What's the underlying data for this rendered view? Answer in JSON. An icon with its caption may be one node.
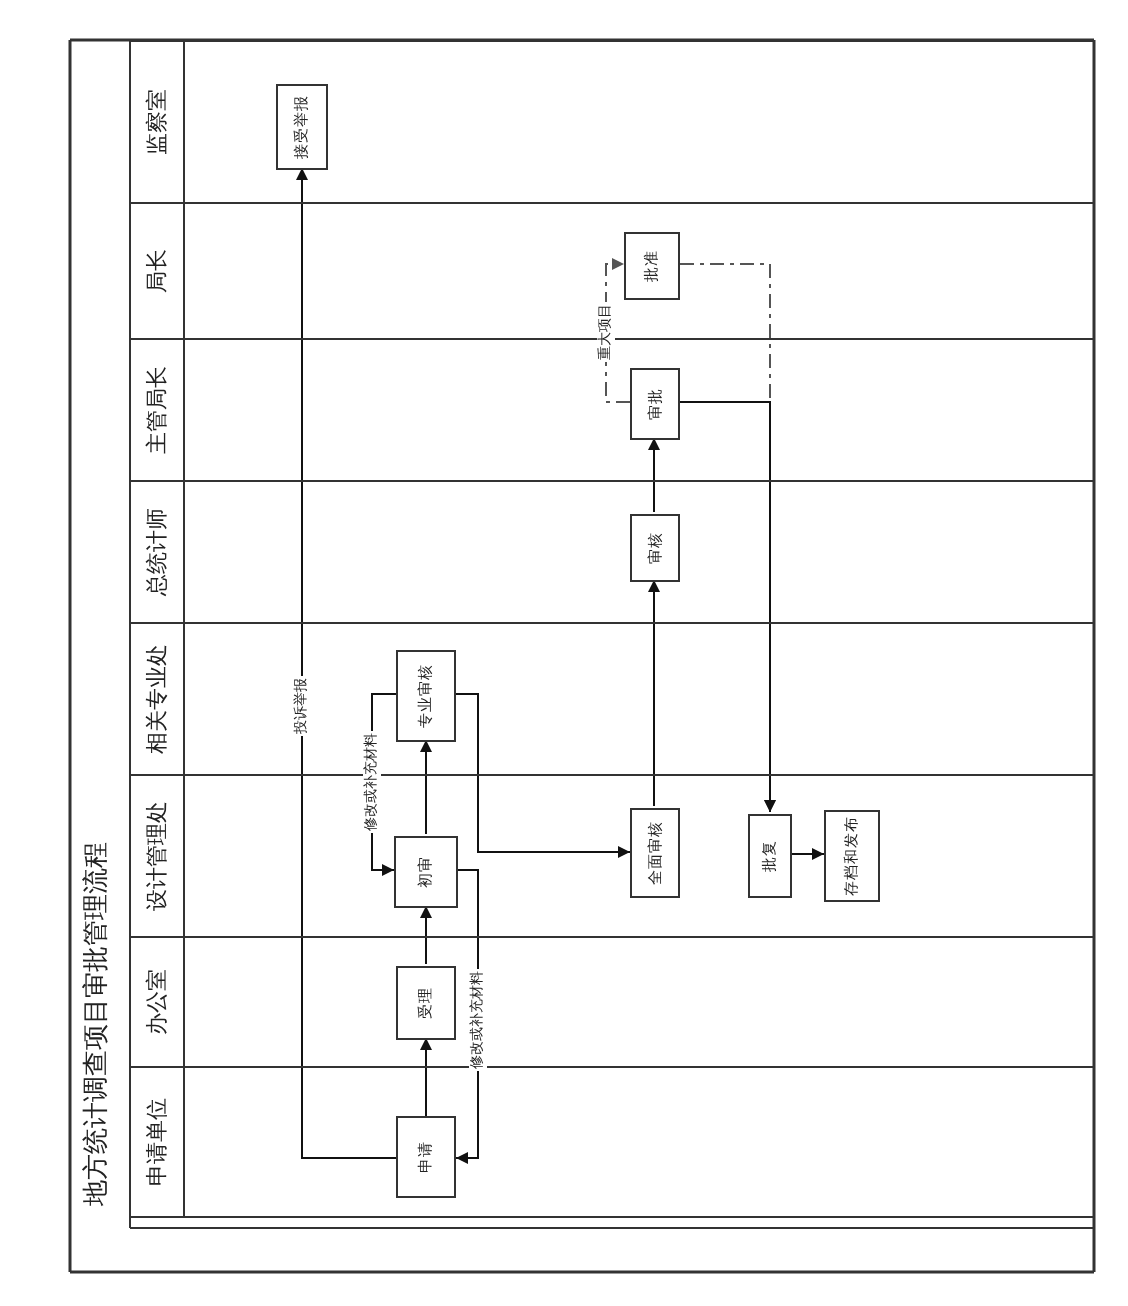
{
  "diagram": {
    "title": "地方统计调查项目审批管理流程",
    "nodes": [
      {
        "text": [
          "申请单位"
        ]
      },
      {
        "text": [
          "办公室"
        ]
      },
      {
        "text": [
          "设计管理处"
        ]
      },
      {
        "text": [
          "相关专业处"
        ]
      },
      {
        "text": [
          "总统计师"
        ]
      },
      {
        "text": [
          "主管局长"
        ]
      },
      {
        "text": [
          "局长"
        ]
      },
      {
        "text": [
          "监察室"
        ]
      },
      {
        "text": [
          "申请"
        ],
        "in": 0
      },
      {
        "text": [
          "受理"
        ],
        "in": 1
      },
      {
        "text": [
          "初审"
        ],
        "in": 2
      },
      {
        "text": [
          "专业审核"
        ],
        "in": 3
      },
      {
        "text": [
          "全面审核"
        ],
        "in": 2
      },
      {
        "text": [
          "审核"
        ],
        "in": 4
      },
      {
        "text": [
          "审批"
        ],
        "in": 5
      },
      {
        "text": [
          "批准"
        ],
        "in": 6
      },
      {
        "text": [
          "批复"
        ],
        "in": 2
      },
      {
        "text": [
          "存档和发布"
        ],
        "in": 2
      },
      {
        "text": [
          "接受举报"
        ],
        "in": 7
      }
    ],
    "edges": [
      {
        "from": 8,
        "to": 9,
        "arrow": "to"
      },
      {
        "from": 9,
        "to": 10,
        "arrow": "to"
      },
      {
        "from": 10,
        "to": 11,
        "arrow": "to"
      },
      {
        "from": 11,
        "to": 10,
        "arrow": "to",
        "label": "修改或补充材料"
      },
      {
        "from": 10,
        "to": 8,
        "arrow": "to",
        "label": "修改或补充材料"
      },
      {
        "from": 11,
        "to": 12,
        "arrow": "to"
      },
      {
        "from": 12,
        "to": 13,
        "arrow": "to"
      },
      {
        "from": 13,
        "to": 14,
        "arrow": "to"
      },
      {
        "from": 14,
        "to": 15,
        "arrow": "to",
        "label": "重大项目",
        "style": "dashed"
      },
      {
        "from": 15,
        "to": 16,
        "arrow": "to",
        "style": "dashed"
      },
      {
        "from": 14,
        "to": 16,
        "arrow": "to"
      },
      {
        "from": 16,
        "to": 17,
        "arrow": "to"
      },
      {
        "from": 8,
        "to": 18,
        "arrow": "to",
        "label": "投诉举报"
      }
    ]
  }
}
